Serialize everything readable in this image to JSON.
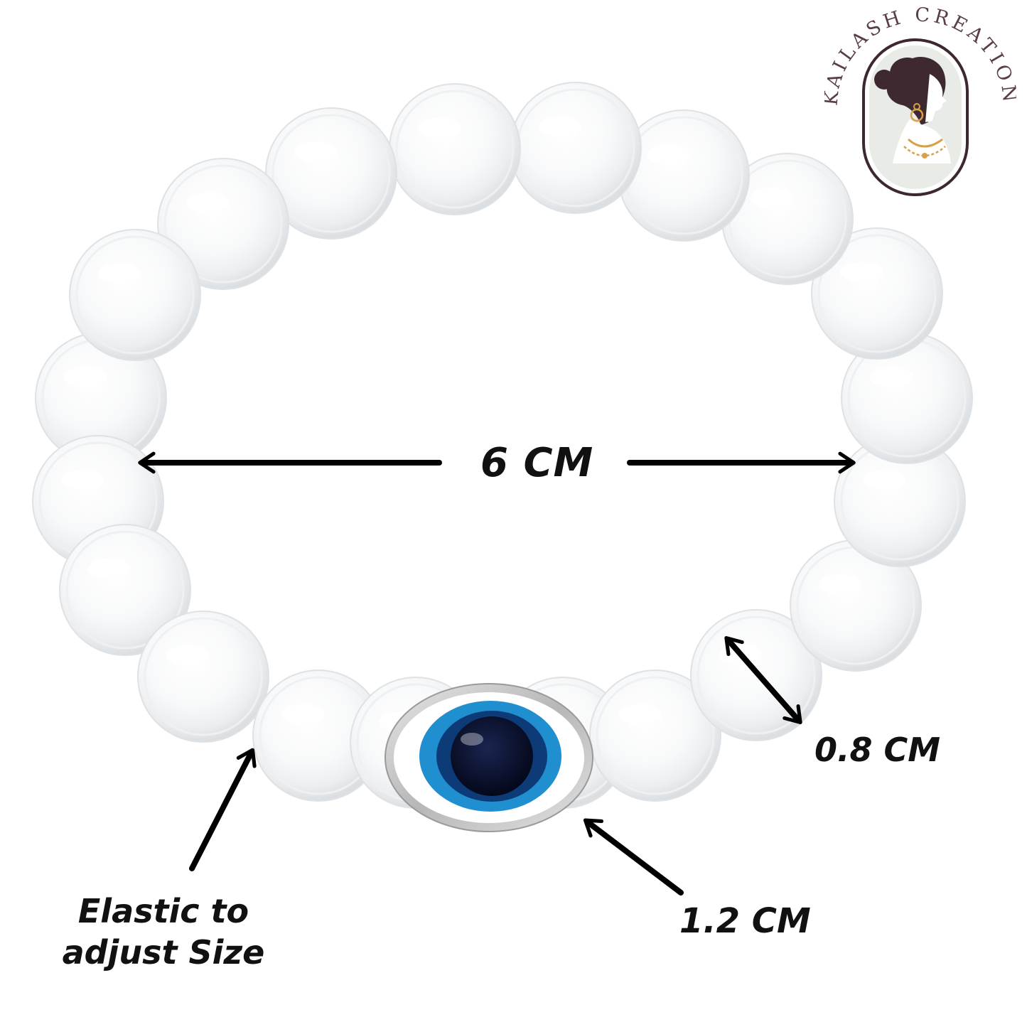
{
  "brand": {
    "name": "KAILASH CREATION",
    "colors": {
      "text": "#5a3d45",
      "frame": "#3d2830",
      "hair": "#3f2930",
      "gold": "#d9a04a",
      "panel": "#e8ebe6"
    }
  },
  "product": {
    "bead_count": 20,
    "charm": "evil-eye"
  },
  "dimensions": {
    "bracelet_width": "6 CM",
    "bead_size": "0.8 CM",
    "charm_size": "1.2 CM",
    "elastic_note": "Elastic to adjust Size"
  },
  "colors": {
    "arrow": "#000000",
    "eye_outer": "#ffffff",
    "eye_iris": "#1f8fd0",
    "eye_inner": "#0d3b78",
    "eye_pupil": "#060c20",
    "bezel": "#c8c8c8"
  }
}
